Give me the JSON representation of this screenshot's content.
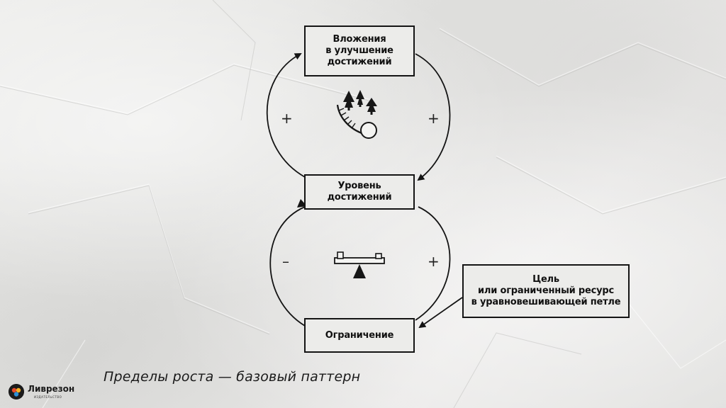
{
  "diagram": {
    "nodes": {
      "investment": "Вложения\nв улучшение\nдостижений",
      "level": "Уровень\nдостижений",
      "limit": "Ограничение",
      "goal": "Цель\nили ограниченный ресурс\nв уравновешивающей петле"
    },
    "signs": {
      "upper_left": "+",
      "upper_right": "+",
      "lower_left": "–",
      "lower_right": "+"
    },
    "caption": "Пределы роста — базовый паттерн",
    "icons": {
      "upper_loop": "snowball-rolling-downhill-icon",
      "lower_loop": "balance-seesaw-icon"
    }
  },
  "brand": {
    "name": "Ливрезон",
    "subtitle": "ИЗДАТЕЛЬСТВО",
    "colors": [
      "#e84b2a",
      "#f5b323",
      "#2d8fd5",
      "#1b1b1b"
    ]
  }
}
